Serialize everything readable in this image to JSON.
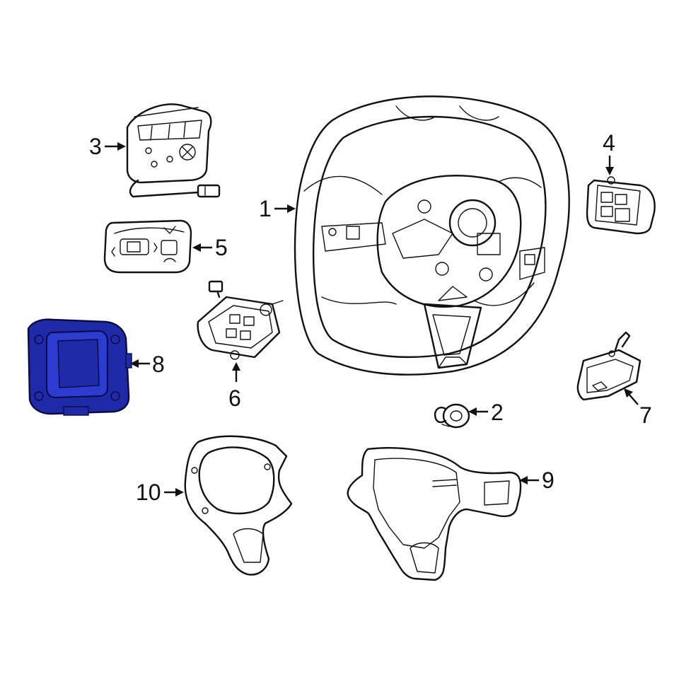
{
  "diagram": {
    "highlight_color": "#1f2aa8",
    "highlighted_part": "8",
    "callouts": [
      {
        "id": "1",
        "text": "1"
      },
      {
        "id": "2",
        "text": "2"
      },
      {
        "id": "3",
        "text": "3"
      },
      {
        "id": "4",
        "text": "4"
      },
      {
        "id": "5",
        "text": "5"
      },
      {
        "id": "6",
        "text": "6"
      },
      {
        "id": "7",
        "text": "7"
      },
      {
        "id": "8",
        "text": "8"
      },
      {
        "id": "9",
        "text": "9"
      },
      {
        "id": "10",
        "text": "10"
      }
    ]
  }
}
